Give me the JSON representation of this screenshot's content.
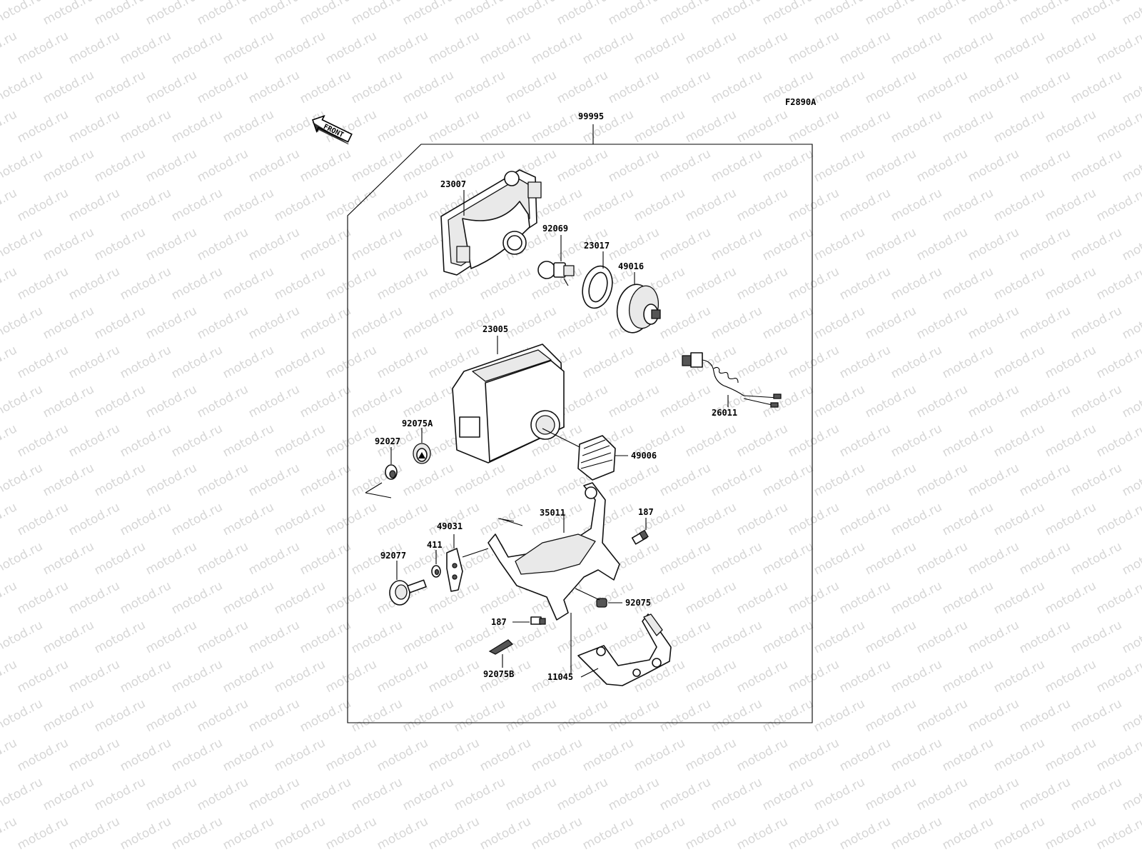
{
  "watermark": "motod.ru",
  "figure_code": "F2890A",
  "front_label": "FRONT",
  "assembly_number": "99995",
  "labels": {
    "p23007": "23007",
    "p92069": "92069",
    "p23017": "23017",
    "p49016": "49016",
    "p23005": "23005",
    "p26011": "26011",
    "p92075A": "92075A",
    "p92027": "92027",
    "p49006": "49006",
    "p35011": "35011",
    "p187a": "187",
    "p49031": "49031",
    "p411": "411",
    "p92077": "92077",
    "p92075": "92075",
    "p187b": "187",
    "p92075B": "92075B",
    "p11045": "11045"
  }
}
